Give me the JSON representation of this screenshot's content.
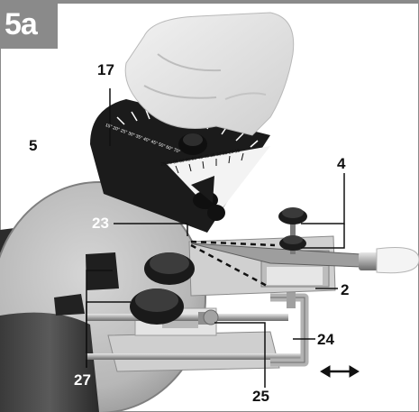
{
  "figure": {
    "badge_label": "5a",
    "callouts": {
      "c17": "17",
      "c5": "5",
      "c4": "4",
      "c23": "23",
      "c2": "2",
      "c24": "24",
      "c27": "27",
      "c25": "25"
    },
    "protractor_scale_outer": "15° 20° 25° 30° 35° 40° 45° 50° 60° 70°",
    "protractor_scale_inner": "75 70 65 60 55 50 45 40 35 30 25 20 15",
    "colors": {
      "badge_bg": "#8a8a8a",
      "background": "#ffffff",
      "stone": "#bdbdbd",
      "gauge": "#1b1b1b",
      "steel": "#9a9a9a"
    },
    "icons": [
      "double-arrow-icon"
    ]
  }
}
